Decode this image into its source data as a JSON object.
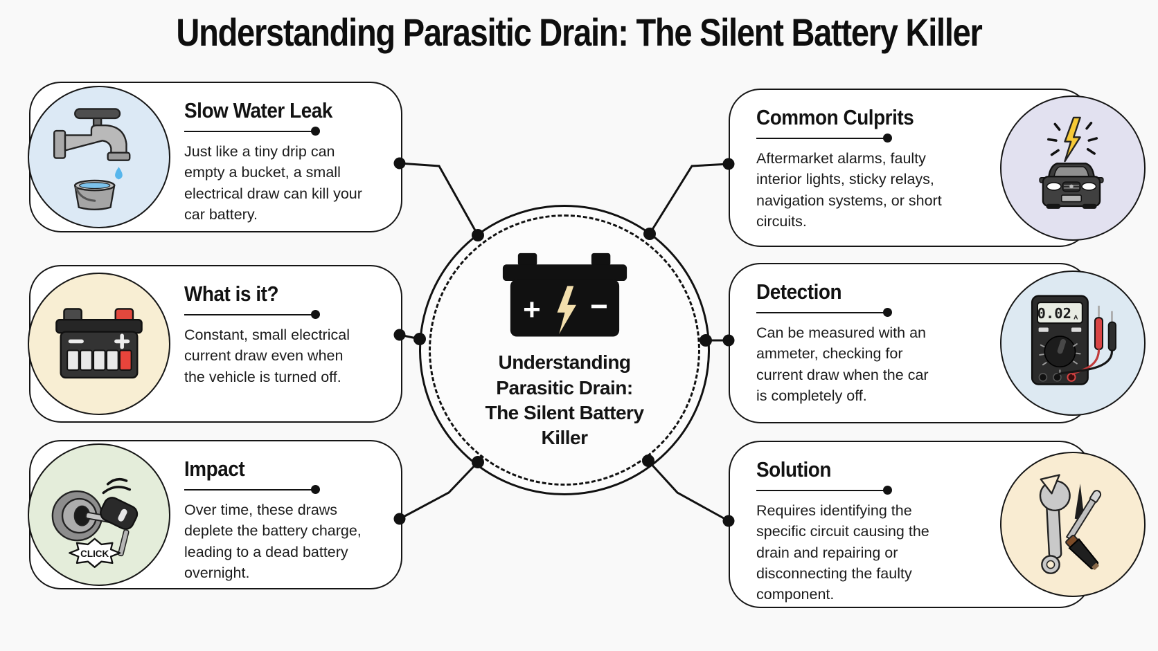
{
  "title": "Understanding Parasitic Drain: The Silent Battery Killer",
  "center": {
    "lines": [
      "Understanding",
      "Parasitic Drain:",
      "The Silent Battery",
      "Killer"
    ],
    "battery_plus": "+",
    "battery_minus": "−"
  },
  "cards": [
    {
      "heading": "Slow Water Leak",
      "body": "Just like a tiny drip can empty a bucket, a small electrical draw can kill your car battery.",
      "icon": "faucet-icon",
      "circle_color": "#dce9f5"
    },
    {
      "heading": "What is it?",
      "body": "Constant, small electrical current draw even when the vehicle is turned off.",
      "icon": "car-battery-icon",
      "circle_color": "#f8eed3"
    },
    {
      "heading": "Impact",
      "body": "Over time, these draws deplete the battery charge, leading to a dead battery overnight.",
      "icon": "ignition-key-icon",
      "circle_color": "#e4edda"
    },
    {
      "heading": "Common Culprits",
      "body": "Aftermarket alarms, faulty interior lights, sticky relays, navigation systems, or short circuits.",
      "icon": "car-lightning-icon",
      "circle_color": "#e2e1f0"
    },
    {
      "heading": "Detection",
      "body": "Can be measured with an ammeter, checking for current draw when the car is completely off.",
      "icon": "multimeter-icon",
      "circle_color": "#dde9f2"
    },
    {
      "heading": "Solution",
      "body": "Requires identifying the specific circuit causing the drain and repairing or disconnecting the faulty component.",
      "icon": "tools-icon",
      "circle_color": "#f9ecd2"
    }
  ],
  "icon_labels": {
    "multimeter_reading": "0.02",
    "multimeter_unit": "A",
    "click_label": "CLICK"
  },
  "colors": {
    "background": "#f9f9f9",
    "card_fill": "#ffffff",
    "line_black": "#111111",
    "bolt_yellow": "#f6c937",
    "battery_bolt_cream": "#f3dfad",
    "drop_blue": "#57b6ec",
    "terminal_red": "#e2483d"
  }
}
